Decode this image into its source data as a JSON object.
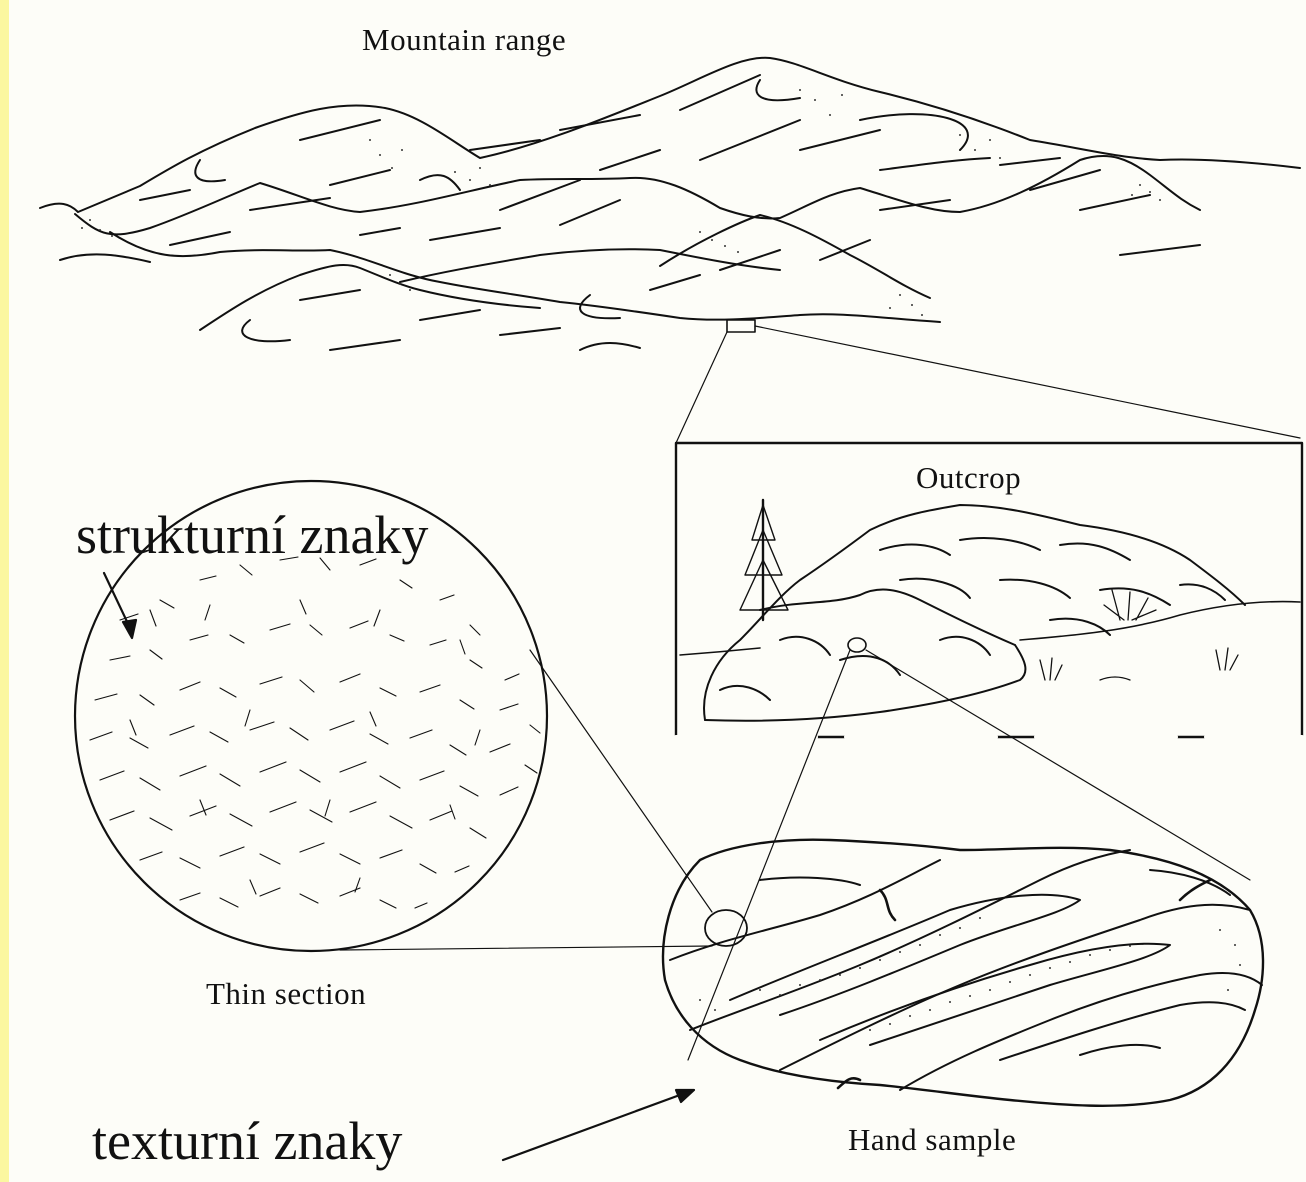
{
  "labels": {
    "mountain_range": "Mountain range",
    "outcrop": "Outcrop",
    "thin_section": "Thin section",
    "hand_sample": "Hand sample",
    "strukturni": "strukturní znaky",
    "texturni": "texturní znaky"
  },
  "colors": {
    "ink": "#111111",
    "background": "#fdfdf8",
    "edge": "#fbf7a0"
  }
}
